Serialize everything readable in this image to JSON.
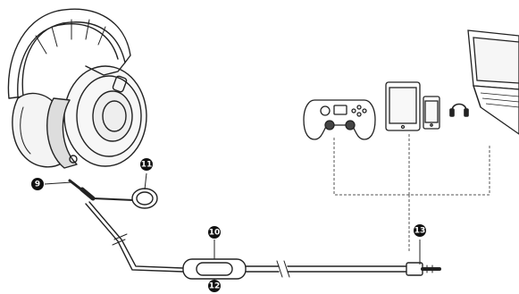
{
  "callouts": [
    {
      "id": "mic-jack",
      "label": "9"
    },
    {
      "id": "mic",
      "label": "11"
    },
    {
      "id": "control-top",
      "label": "10"
    },
    {
      "id": "control-bottom",
      "label": "12"
    },
    {
      "id": "main-plug",
      "label": "13"
    }
  ],
  "devices": [
    "game-controller",
    "tablet",
    "phone",
    "headphones",
    "laptop"
  ],
  "colors": {
    "line": "#222222",
    "dashed": "#555555",
    "callout": "#111111",
    "fill": "#ffffff"
  }
}
